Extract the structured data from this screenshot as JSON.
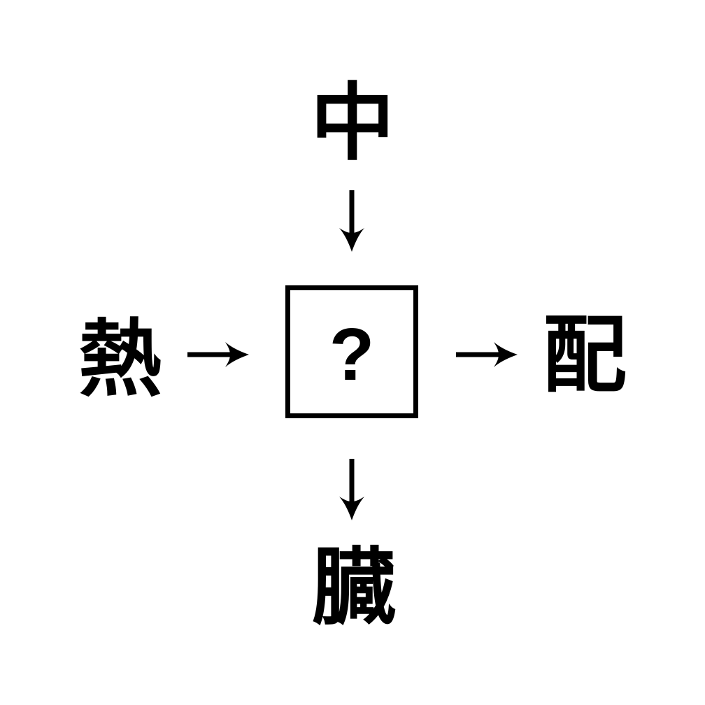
{
  "puzzle": {
    "type": "kanji-cross-puzzle",
    "nodes": {
      "top": {
        "label": "中"
      },
      "left": {
        "label": "熱"
      },
      "right": {
        "label": "配"
      },
      "bottom": {
        "label": "臓"
      },
      "center": {
        "placeholder": "?"
      }
    },
    "arrows": [
      {
        "from": "top",
        "to": "center",
        "direction": "down"
      },
      {
        "from": "left",
        "to": "center",
        "direction": "right"
      },
      {
        "from": "center",
        "to": "right",
        "direction": "right"
      },
      {
        "from": "center",
        "to": "bottom",
        "direction": "down"
      }
    ]
  },
  "colors": {
    "ink": "#000000",
    "background": "#ffffff"
  }
}
